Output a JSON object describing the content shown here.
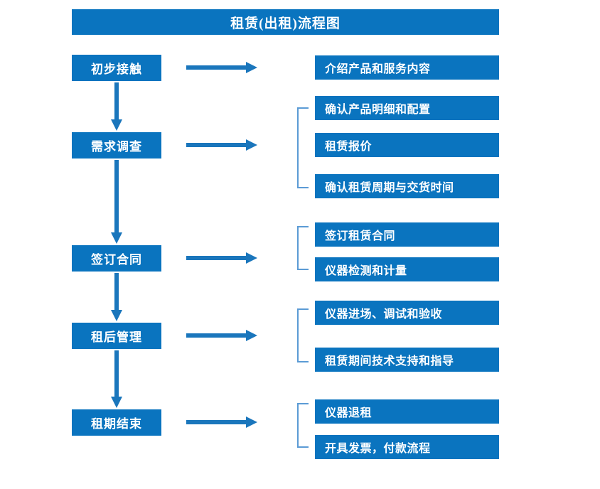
{
  "title": "租赁(出租)流程图",
  "colors": {
    "box_fill": "#0a74bf",
    "box_text": "#ffffff",
    "arrow": "#1a76bc",
    "bracket": "#5b9bd5",
    "background": "#ffffff"
  },
  "chart_data": {
    "type": "diagram",
    "title": "租赁(出租)流程图",
    "orientation": "vertical",
    "stages": [
      {
        "label": "初步接触",
        "details": [
          "介绍产品和服务内容"
        ],
        "grouped": false
      },
      {
        "label": "需求调查",
        "details": [
          "确认产品明细和配置",
          "租赁报价",
          "确认租赁周期与交货时间"
        ],
        "grouped": true
      },
      {
        "label": "签订合同",
        "details": [
          "签订租赁合同",
          "仪器检测和计量"
        ],
        "grouped": true
      },
      {
        "label": "租后管理",
        "details": [
          "仪器进场、调试和验收",
          "租赁期间技术支持和指导"
        ],
        "grouped": true
      },
      {
        "label": "租期结束",
        "details": [
          "仪器退租",
          "开具发票，付款流程"
        ],
        "grouped": true
      }
    ]
  },
  "stages": [
    {
      "label": "初步接触"
    },
    {
      "label": "需求调查"
    },
    {
      "label": "签订合同"
    },
    {
      "label": "租后管理"
    },
    {
      "label": "租期结束"
    }
  ],
  "details": [
    {
      "label": "介绍产品和服务内容"
    },
    {
      "label": "确认产品明细和配置"
    },
    {
      "label": "租赁报价"
    },
    {
      "label": "确认租赁周期与交货时间"
    },
    {
      "label": "签订租赁合同"
    },
    {
      "label": "仪器检测和计量"
    },
    {
      "label": "仪器进场、调试和验收"
    },
    {
      "label": "租赁期间技术支持和指导"
    },
    {
      "label": "仪器退租"
    },
    {
      "label": "开具发票，付款流程"
    }
  ]
}
